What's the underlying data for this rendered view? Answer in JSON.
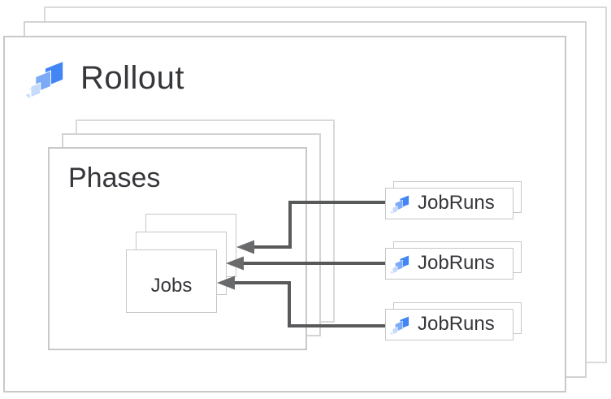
{
  "diagram": {
    "rollout": {
      "label": "Rollout",
      "icon": "cloud-deploy-icon",
      "stack_count": 3
    },
    "phases": {
      "label": "Phases",
      "stack_count": 3
    },
    "jobs": {
      "label": "Jobs",
      "stack_count": 3
    },
    "jobruns": {
      "icon": "cloud-deploy-icon",
      "items": [
        {
          "label": "JobRuns"
        },
        {
          "label": "JobRuns"
        },
        {
          "label": "JobRuns"
        }
      ]
    },
    "colors": {
      "icon_blue_dark": "#4285F4",
      "icon_blue_medium": "#7BAAF7",
      "icon_blue_light": "#C6DAFB",
      "arrow_line": "#58595b",
      "arrow_head": "#696a6c",
      "box_border": "#cfcfcf",
      "text": "#36373b",
      "background": "#ffffff"
    }
  }
}
